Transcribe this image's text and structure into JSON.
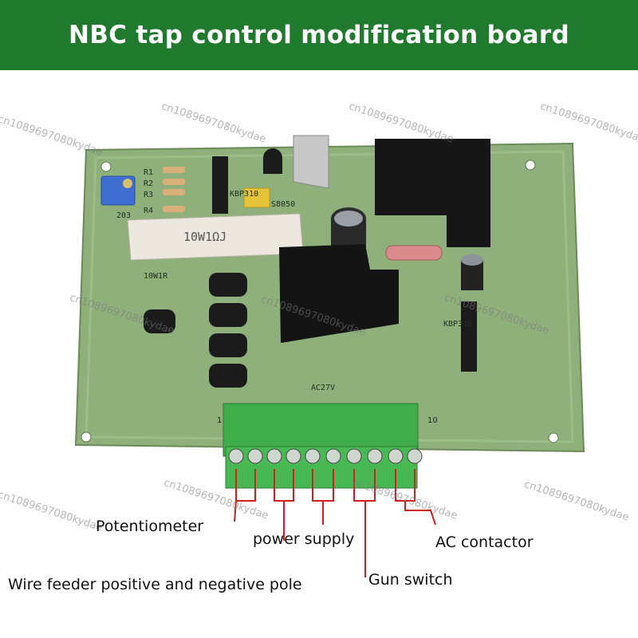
{
  "banner": {
    "title": "NBC tap control modification board",
    "color": "#1f7a2e"
  },
  "watermark": "cn1089697080kydae",
  "board": {
    "pcb_color": "#8fb07a",
    "resistor_label": "10W1ΩJ",
    "pin_first": "1",
    "pin_last": "10",
    "silk_labels": {
      "r1": "R1",
      "r2": "R2",
      "r3": "R3",
      "r4": "R4",
      "pot": "203",
      "bridge_left": "KBP310",
      "bridge_right": "KBP310",
      "trans": "S8050",
      "resistor_ref": "10W1R",
      "supply": "AC27V"
    }
  },
  "callouts": {
    "potentiometer": "Potentiometer",
    "power_supply": "power supply",
    "ac_contactor": "AC contactor",
    "wire_feeder": "Wire feeder positive and negative pole",
    "gun_switch": "Gun switch"
  }
}
